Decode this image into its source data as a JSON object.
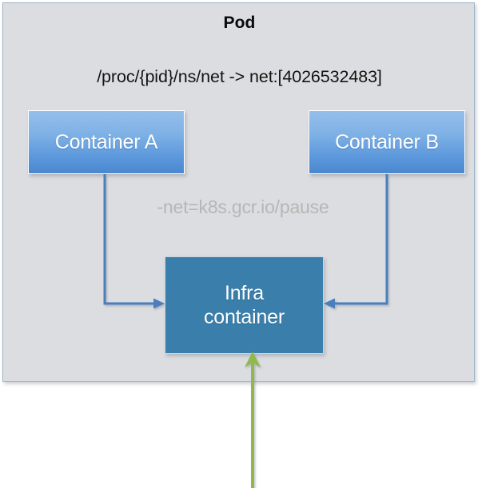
{
  "diagram": {
    "type": "block-diagram",
    "background_color": "#ffffff",
    "pod": {
      "title": "Pod",
      "title_color": "#0a0a0a",
      "fill_color": "#dcdde0",
      "border_color": "#9fb2c6",
      "path_mapping": "/proc/{pid}/ns/net -> net:[4026532483]",
      "path_text_color": "#141414"
    },
    "containers": [
      {
        "id": "container-a",
        "label": "Container A",
        "fill_top_color": "#95bfeb",
        "fill_bottom_color": "#4a87cf",
        "text_color": "#ffffff"
      },
      {
        "id": "container-b",
        "label": "Container B",
        "fill_top_color": "#95bfeb",
        "fill_bottom_color": "#4a87cf",
        "text_color": "#ffffff"
      }
    ],
    "infra": {
      "label_line1": "Infra",
      "label_line2": "container",
      "fill_color": "#3a7fab",
      "text_color": "#ffffff"
    },
    "annotation": {
      "pause_flag": "-net=k8s.gcr.io/pause",
      "color": "#b6b6b6"
    },
    "connectors": {
      "blue_color": "#4a7fbd",
      "green_color": "#8fb94e",
      "left_arrow_name": "container-a-to-infra-arrow",
      "right_arrow_name": "container-b-to-infra-arrow",
      "external_arrow_name": "external-network-arrow"
    }
  }
}
